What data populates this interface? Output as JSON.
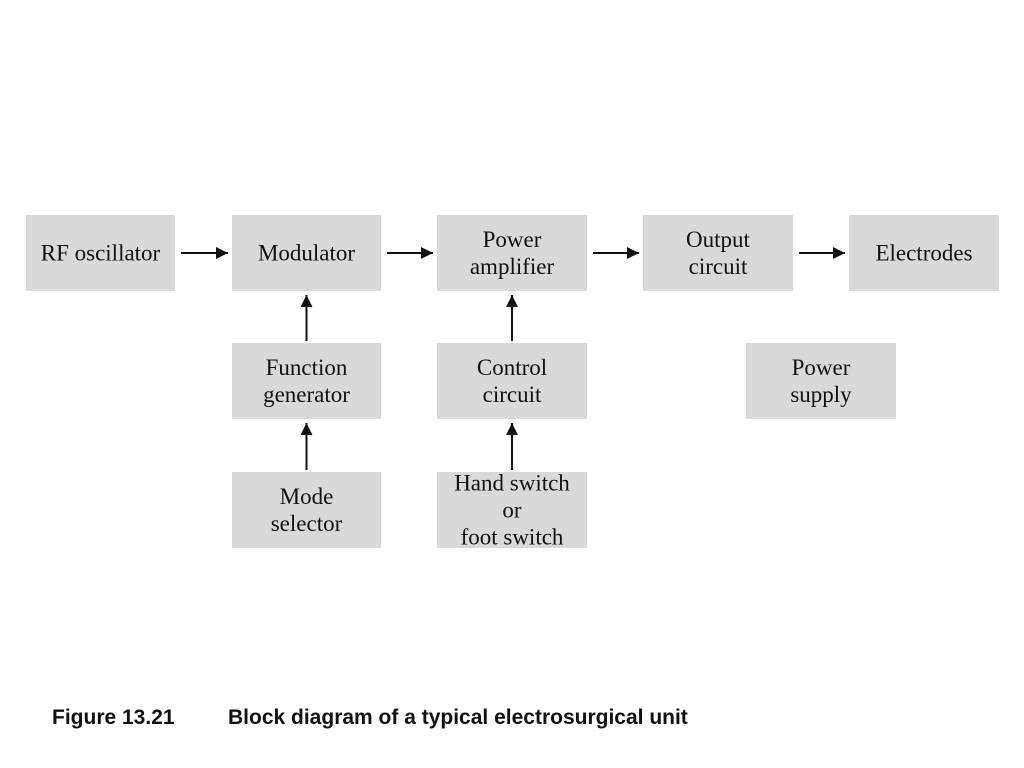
{
  "diagram": {
    "blocks": {
      "rf_oscillator": [
        "RF oscillator"
      ],
      "modulator": [
        "Modulator"
      ],
      "power_amplifier": [
        "Power",
        "amplifier"
      ],
      "output_circuit": [
        "Output",
        "circuit"
      ],
      "electrodes": [
        "Electrodes"
      ],
      "function_generator": [
        "Function",
        "generator"
      ],
      "control_circuit": [
        "Control",
        "circuit"
      ],
      "power_supply": [
        "Power",
        "supply"
      ],
      "mode_selector": [
        "Mode",
        "selector"
      ],
      "hand_or_foot_switch": [
        "Hand switch",
        "or",
        "foot switch"
      ]
    },
    "connections": [
      {
        "from": "rf_oscillator",
        "to": "modulator"
      },
      {
        "from": "modulator",
        "to": "power_amplifier"
      },
      {
        "from": "power_amplifier",
        "to": "output_circuit"
      },
      {
        "from": "output_circuit",
        "to": "electrodes"
      },
      {
        "from": "function_generator",
        "to": "modulator"
      },
      {
        "from": "mode_selector",
        "to": "function_generator"
      },
      {
        "from": "control_circuit",
        "to": "power_amplifier"
      },
      {
        "from": "hand_or_foot_switch",
        "to": "control_circuit"
      }
    ]
  },
  "caption": {
    "figure_number": "Figure 13.21",
    "text": "Block diagram of a typical electrosurgical unit"
  }
}
